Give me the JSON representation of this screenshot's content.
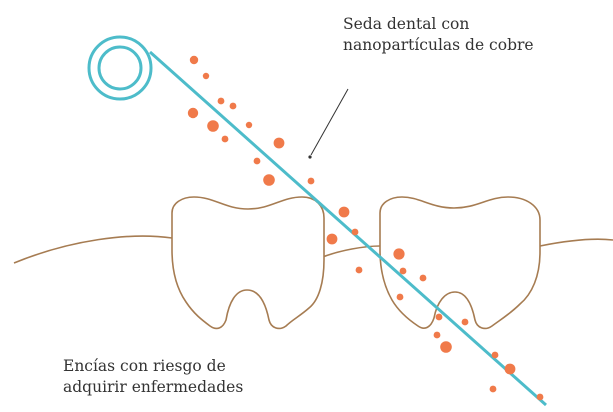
{
  "labels": {
    "floss": [
      "Seda dental con",
      "nanopartículas de cobre"
    ],
    "gums": [
      "Encías con riesgo de",
      "adquirir enfermedades"
    ]
  },
  "colors": {
    "floss": "#4dbcca",
    "particles": "#f07a4a",
    "tooth_outline": "#a67c52",
    "leader_line": "#333333",
    "text": "#333333"
  }
}
